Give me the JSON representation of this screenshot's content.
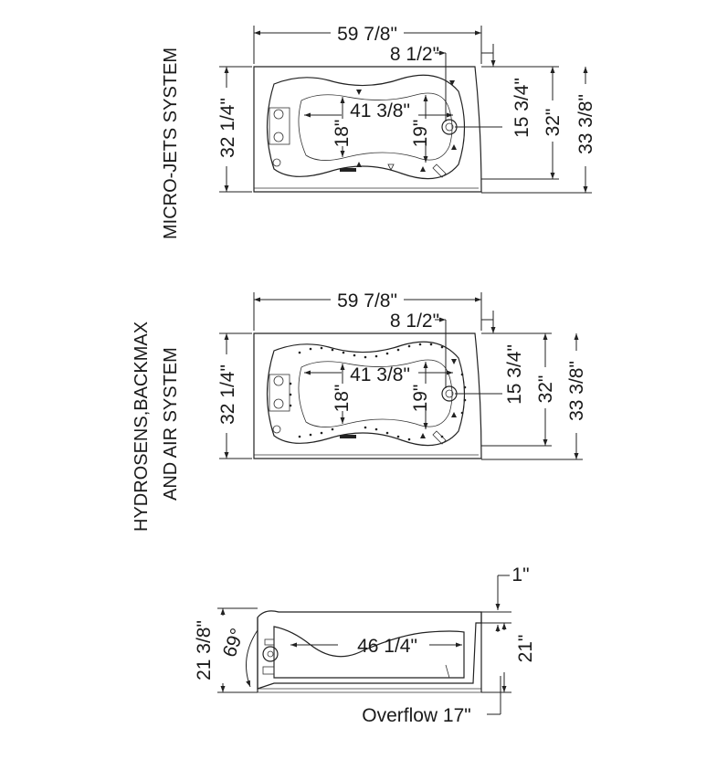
{
  "views": {
    "micro_jets": {
      "title": "MICRO-JETS SYSTEM",
      "width_overall": "59 7/8\"",
      "drain_offset": "8 1/2\"",
      "drain_to_edge": "15 3/4\"",
      "depth_inner": "32\"",
      "depth_overall": "33 3/8\"",
      "depth_left": "32 1/4\"",
      "bath_length": "41 3/8\"",
      "bath_width_left": "18\"",
      "bath_width_right": "19\""
    },
    "hydrosens": {
      "title_line1": "HYDROSENS,BACKMAX",
      "title_line2": "AND AIR SYSTEM",
      "width_overall": "59 7/8\"",
      "drain_offset": "8 1/2\"",
      "drain_to_edge": "15 3/4\"",
      "depth_inner": "32\"",
      "depth_overall": "33 3/8\"",
      "depth_left": "32 1/4\"",
      "bath_length": "41 3/8\"",
      "bath_width_left": "18\"",
      "bath_width_right": "19\""
    },
    "side": {
      "rim": "1\"",
      "height_right": "21\"",
      "height_left": "21 3/8\"",
      "angle": "69°",
      "bottom_length": "46 1/4\"",
      "overflow": "Overflow 17\""
    }
  }
}
